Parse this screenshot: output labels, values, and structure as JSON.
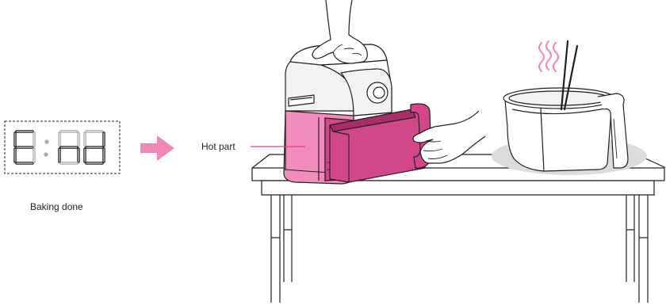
{
  "display": {
    "readout": "End",
    "caption": "Baking done"
  },
  "hot_part": {
    "label": "Hot part"
  },
  "colors": {
    "outline": "#231f20",
    "segment_lit": "#231f20",
    "segment_dim": "#a7a9ac",
    "arrow": "#f287b6",
    "hot_light": "#f08bbc",
    "hot_dark": "#d1478a",
    "hot_deep": "#a72d6b",
    "steam": "#f287b6",
    "shadow": "#dcdcdc",
    "body_gray": "#f2f2f2"
  },
  "icons": {
    "arrow": "right-arrow-icon",
    "hand_top": "hand-icon",
    "hand_side": "hand-icon",
    "steam": "steam-icon",
    "chopsticks": "chopsticks-icon"
  }
}
